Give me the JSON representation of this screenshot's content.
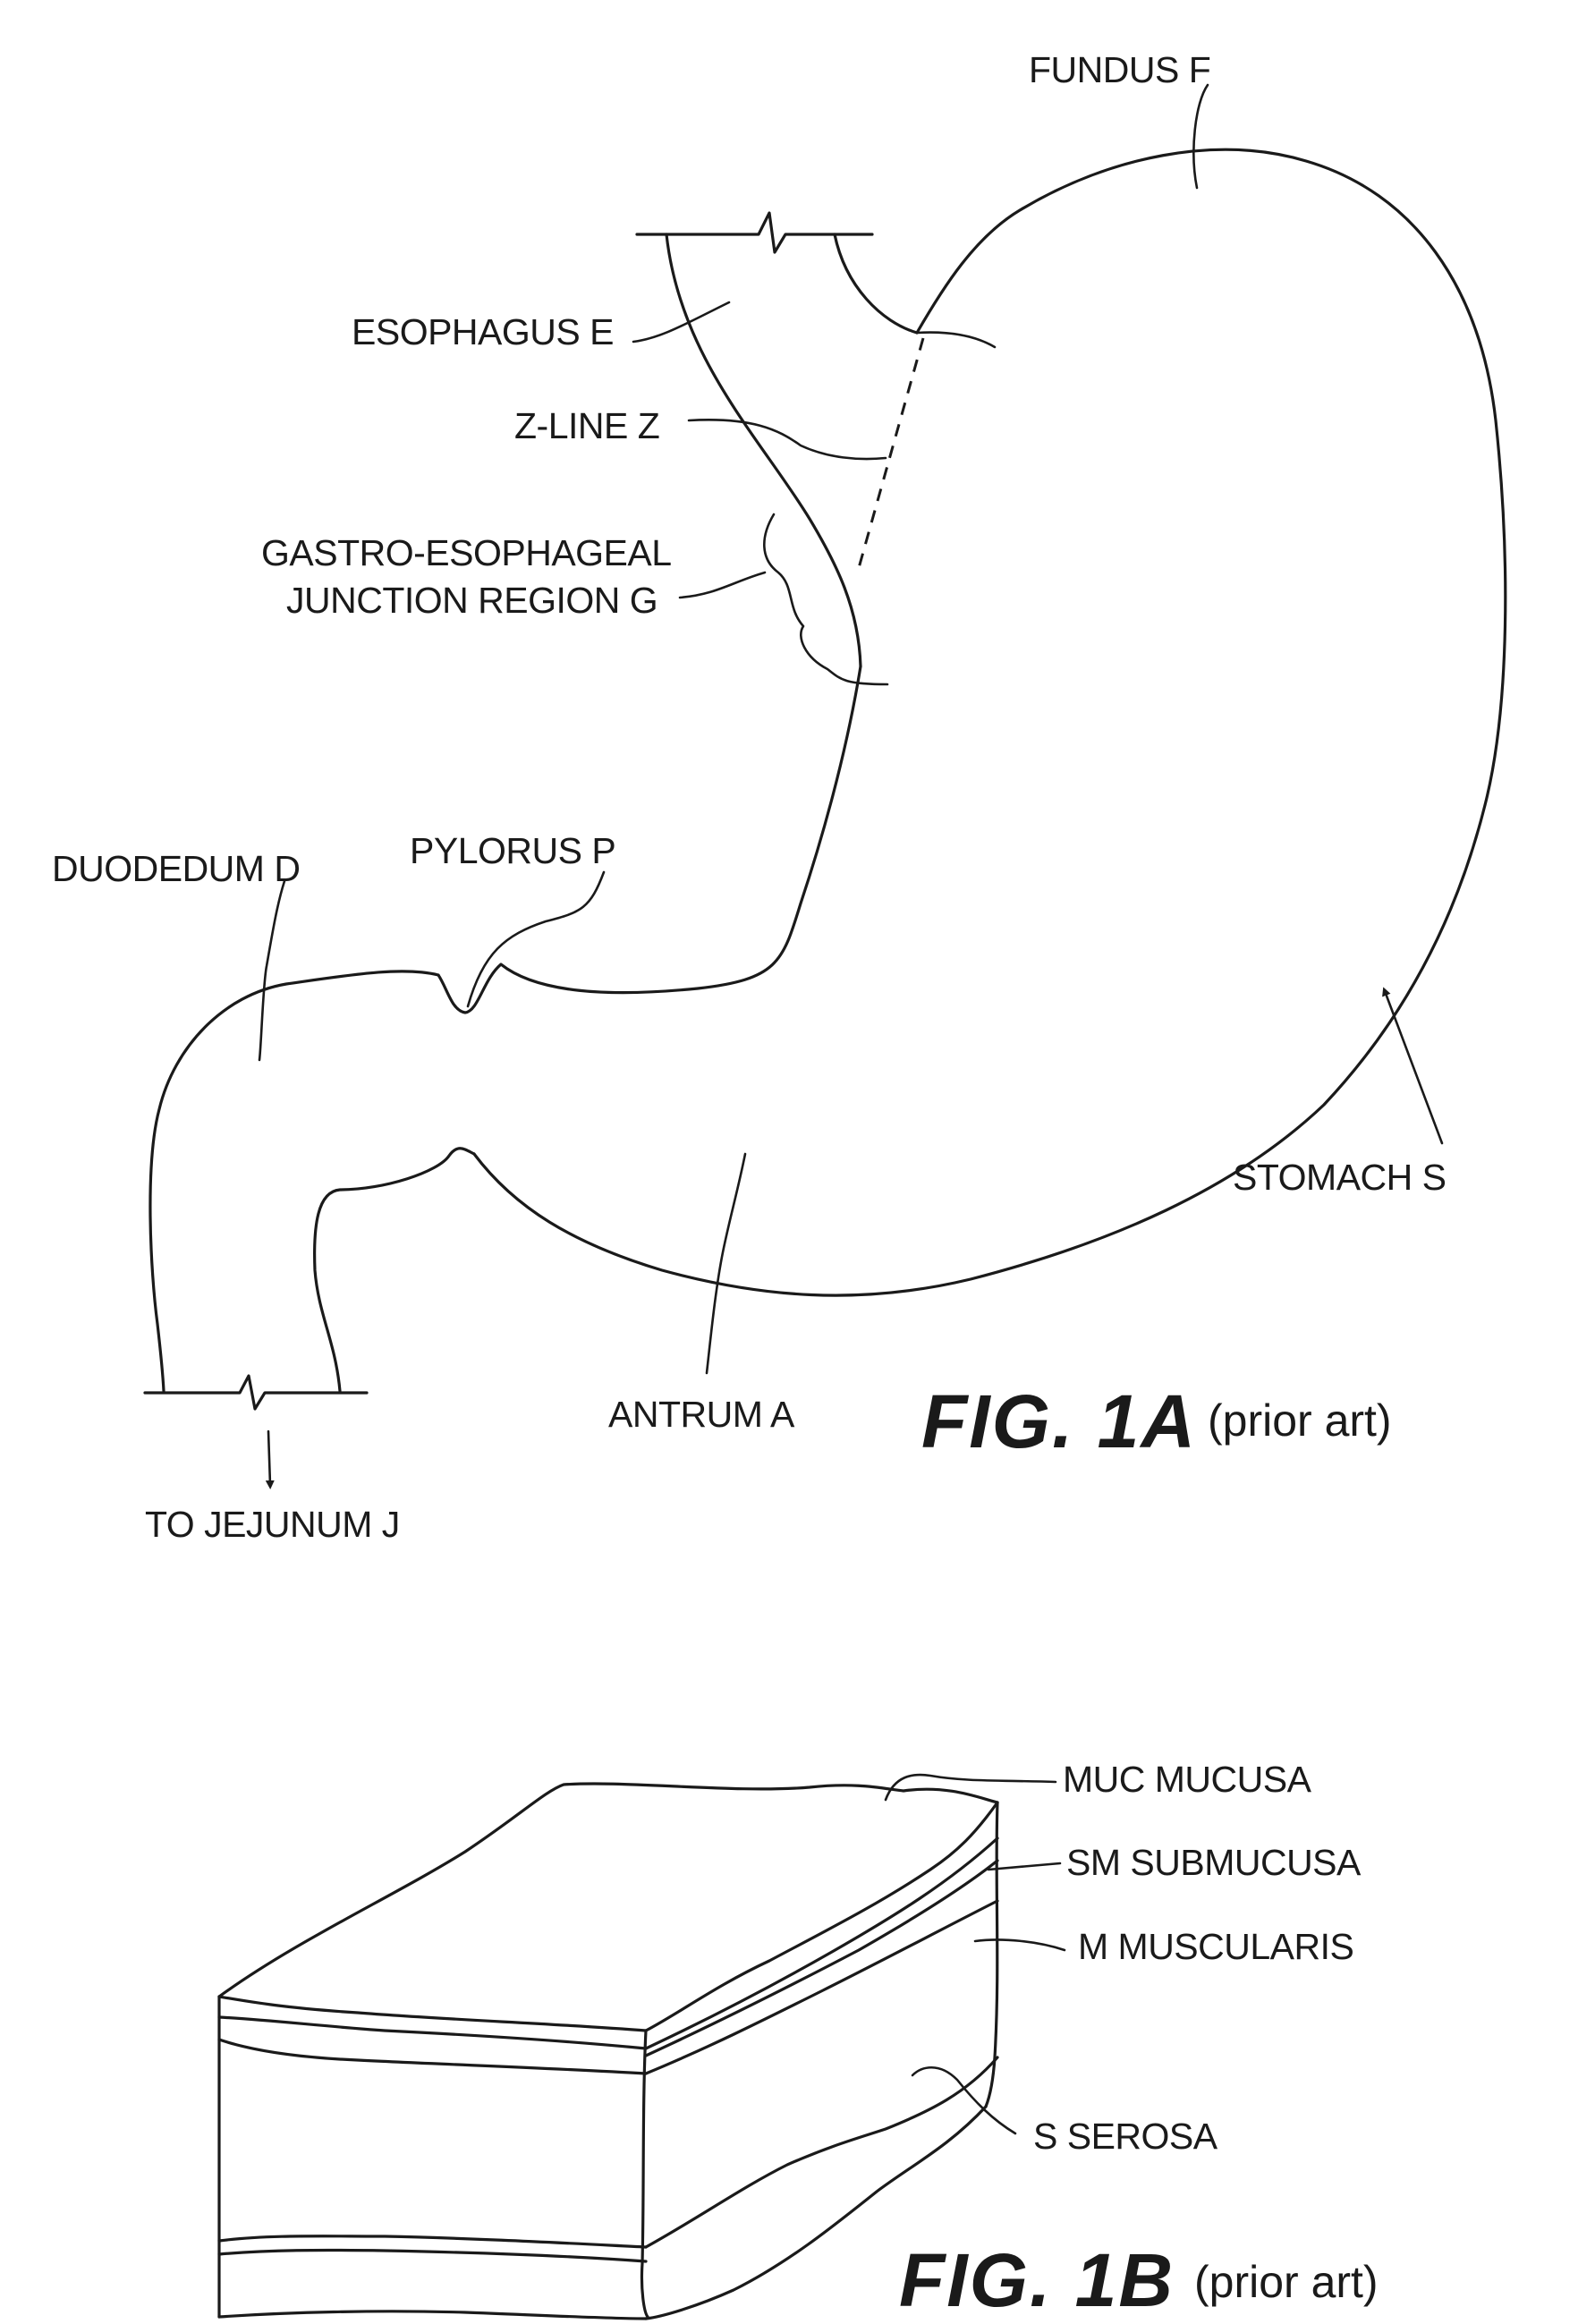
{
  "figure_1a": {
    "labels": {
      "fundus": "FUNDUS F",
      "esophagus": "ESOPHAGUS E",
      "z_line": "Z-LINE Z",
      "ge_junction_line1": "GASTRO-ESOPHAGEAL",
      "ge_junction_line2": "JUNCTION REGION G",
      "duodedum": "DUODEDUM D",
      "pylorus": "PYLORUS P",
      "stomach": "STOMACH S",
      "antrum": "ANTRUM A",
      "jejunum": "TO JEJUNUM J"
    },
    "caption": "FIG. 1A",
    "caption_note": "(prior art)"
  },
  "figure_1b": {
    "labels": {
      "mucosa": "MUC  MUCUSA",
      "submucosa": "SM  SUBMUCUSA",
      "muscularis": "M  MUSCULARIS",
      "serosa": "S  SEROSA"
    },
    "caption": "FIG. 1B",
    "caption_note": "(prior art)"
  }
}
